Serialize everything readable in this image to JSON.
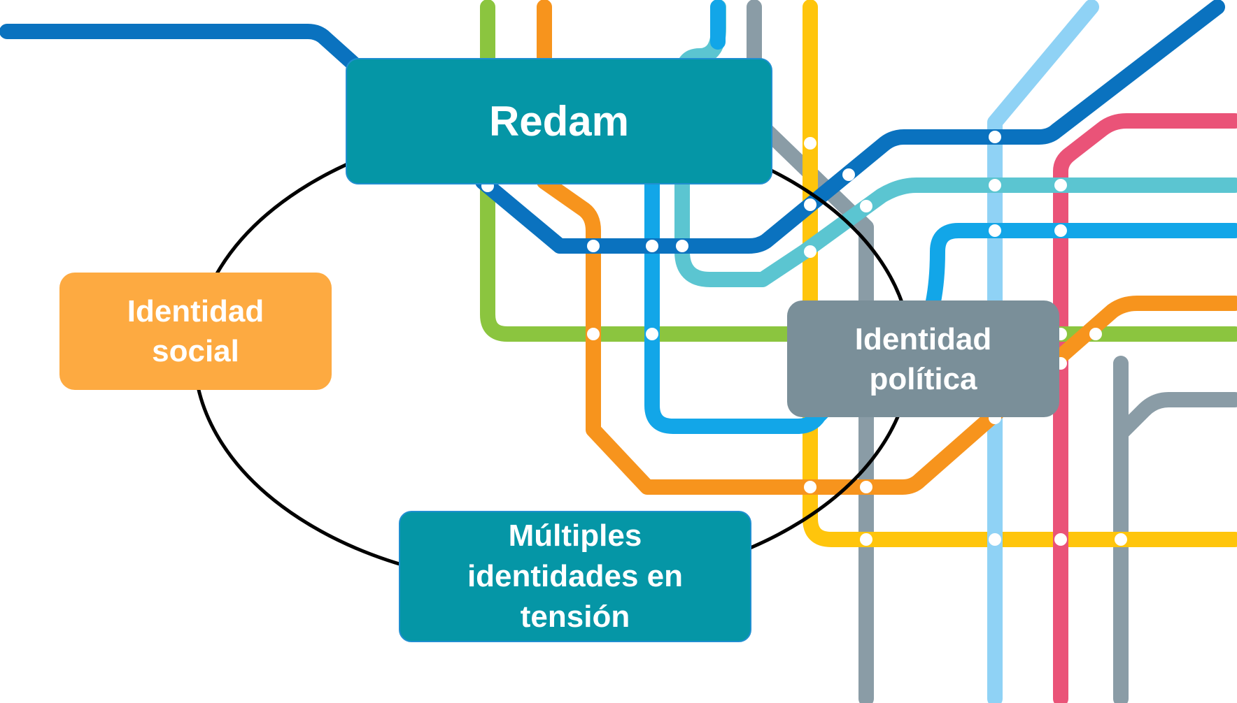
{
  "diagram": {
    "nodes": {
      "redam": "Redam",
      "identidad_social": "Identidad\nsocial",
      "identidad_politica": "Identidad\npolítica",
      "multiples": "Múltiples\nidentidades en\ntensión"
    },
    "colors": {
      "teal_box": "#0596a6",
      "orange_box": "#fdaa41",
      "gray_box": "#7a8f99",
      "cycle_line": "#000000",
      "metro_lines": [
        "#0a72bf",
        "#8bc53f",
        "#f7941d",
        "#5bc5d1",
        "#12a6e8",
        "#8a9ca6",
        "#ffc50c",
        "#8fd2f5",
        "#ea5378"
      ]
    }
  }
}
